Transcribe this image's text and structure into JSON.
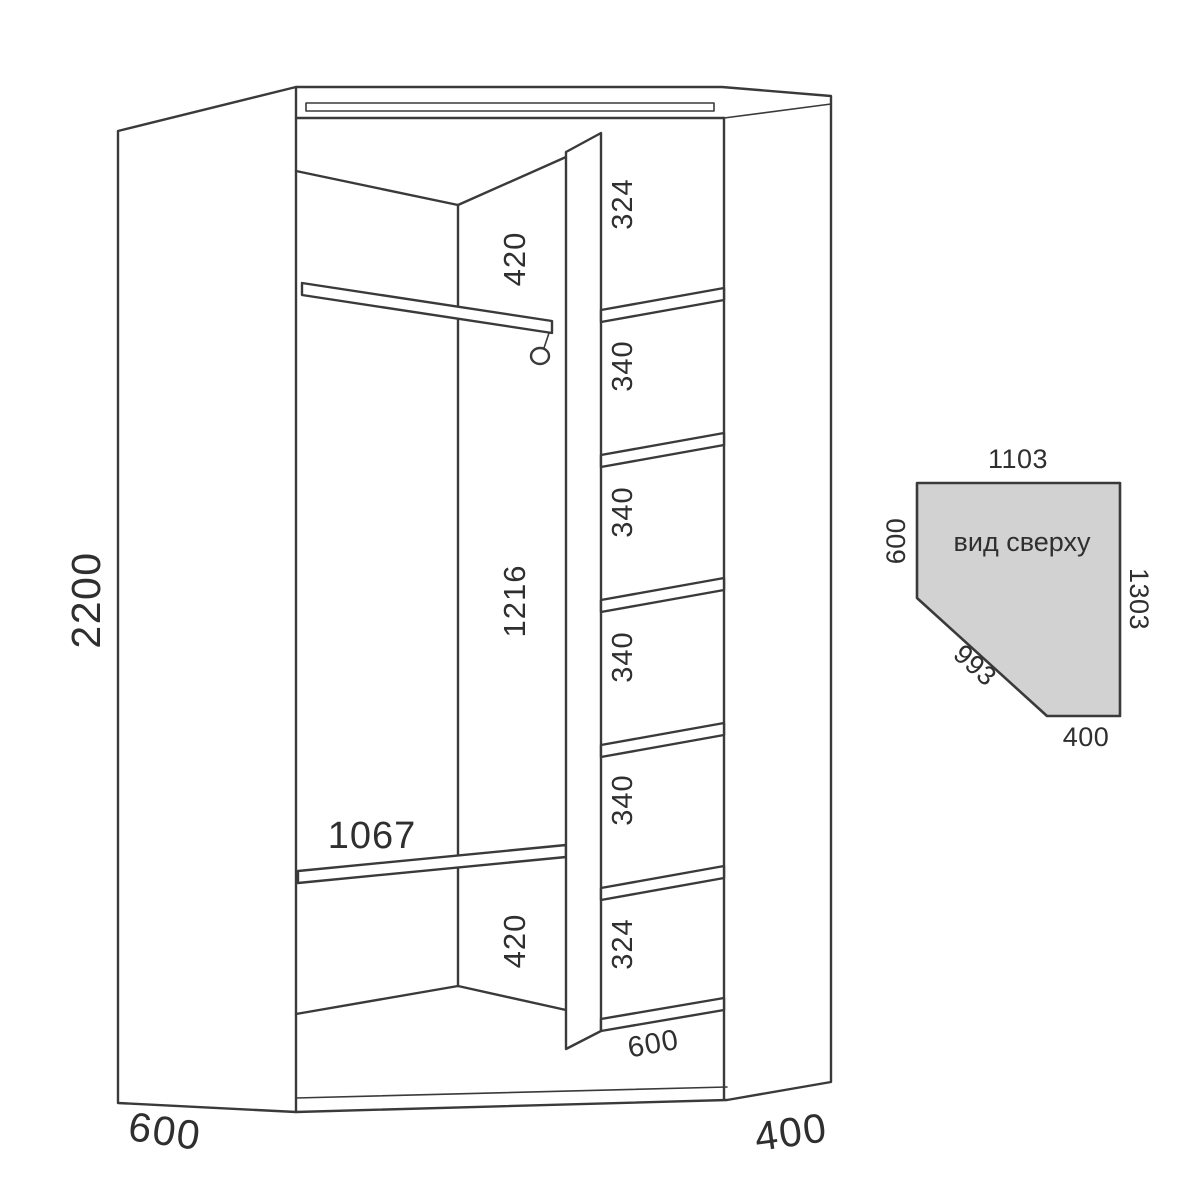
{
  "front_view": {
    "total_height": "2200",
    "left_depth": "600",
    "right_depth": "400",
    "top_section_height": "420",
    "middle_section_height": "1216",
    "bottom_section_height": "420",
    "shelf_width": "1067",
    "column_depth": "600",
    "sections": [
      "324",
      "340",
      "340",
      "340",
      "340",
      "324"
    ]
  },
  "top_view": {
    "caption": "вид сверху",
    "top_width": "1103",
    "left_side": "600",
    "right_side": "1303",
    "diagonal": "993",
    "bottom_width": "400"
  },
  "colors": {
    "line": "#3a3a3a",
    "text": "#2f2f2f",
    "topview_fill": "#d2d2d2",
    "background": "#ffffff"
  }
}
